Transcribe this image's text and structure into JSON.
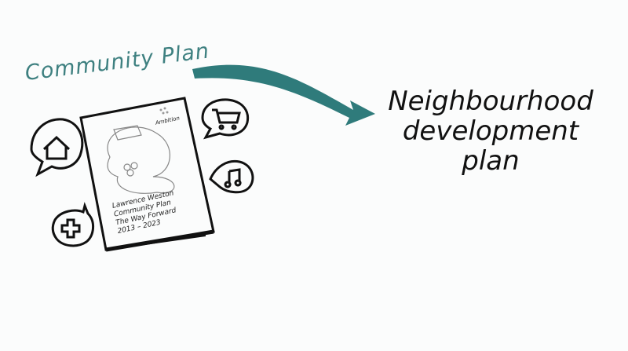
{
  "title_left": "Community Plan",
  "title_right": [
    "Neighbourhood",
    "development",
    "plan"
  ],
  "booklet": {
    "logo": "Ambition",
    "lines": [
      "Lawrence Weston",
      "Community Plan",
      "The Way Forward",
      "2013 – 2023"
    ]
  },
  "icons": [
    "house-icon",
    "shopping-cart-icon",
    "music-note-icon",
    "medical-cross-icon"
  ],
  "colors": {
    "accent": "#2f7b7b",
    "ink": "#111111"
  }
}
